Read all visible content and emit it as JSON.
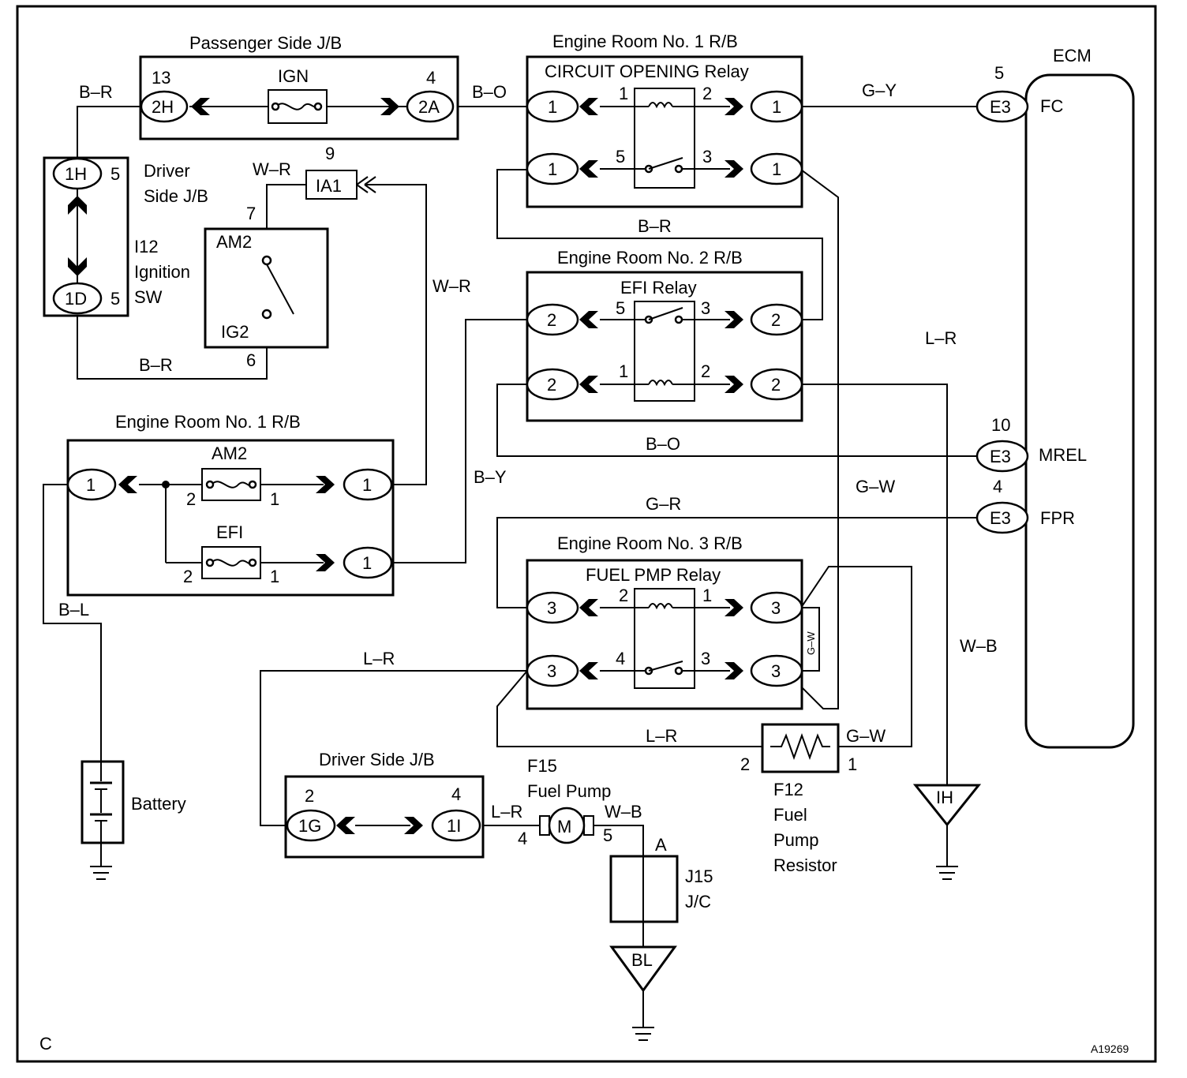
{
  "corner_label": "C",
  "figure_id": "A19269",
  "boxes": {
    "passenger_jb": "Passenger Side J/B",
    "er1_top": "Engine Room No. 1 R/B",
    "ecm": "ECM",
    "er2": "Engine Room No. 2 R/B",
    "er1_bottom": "Engine Room No. 1 R/B",
    "er3": "Engine Room No. 3 R/B",
    "driver_jb_top": "Driver\nSide J/B",
    "driver_jb_bottom": "Driver Side J/B",
    "ignition_sw": "I12\nIgnition\nSW",
    "battery": "Battery",
    "fuel_pump": "F15\nFuel Pump",
    "resistor": "F12\nFuel\nPump\nResistor",
    "jc": "J15\nJ/C"
  },
  "relays": {
    "circuit_opening": "CIRCUIT OPENING Relay",
    "efi": "EFI Relay",
    "fuel_pmp": "FUEL PMP Relay"
  },
  "fuses": {
    "ign": "IGN",
    "am2_top": "AM2",
    "ig2": "IG2",
    "am2_bottom": "AM2",
    "efi": "EFI"
  },
  "wires": {
    "br_1": "B–R",
    "bo_1": "B–O",
    "gy": "G–Y",
    "wr_1": "W–R",
    "wr_2": "W–R",
    "br_2": "B–R",
    "br_3": "B–R",
    "lr_1": "L–R",
    "bo_2": "B–O",
    "by": "B–Y",
    "gw_1": "G–W",
    "gr": "G–R",
    "bl": "B–L",
    "lr_2": "L–R",
    "gw_small": "G–W",
    "wb_1": "W–B",
    "lr_3": "L–R",
    "gw_2": "G–W",
    "lr_4": "L–R",
    "wb_2": "W–B"
  },
  "connectors": {
    "c2h": "2H",
    "c2a": "2A",
    "co_1a": "1",
    "co_1b": "1",
    "co_1c": "1",
    "co_1d": "1",
    "ecm_fc": "E3",
    "ecm_mrel": "E3",
    "ecm_fpr": "E3",
    "c1h": "1H",
    "c1d": "1D",
    "ia1": "IA1",
    "efi_2a": "2",
    "efi_2b": "2",
    "efi_2c": "2",
    "efi_2d": "2",
    "er1_1a": "1",
    "er1_1b": "1",
    "er1_1c": "1",
    "fp_3a": "3",
    "fp_3b": "3",
    "fp_3c": "3",
    "fp_3d": "3",
    "c1g": "1G",
    "c1i": "1I",
    "motor": "M",
    "ground_ih": "IH",
    "ground_bl": "BL"
  },
  "pins": {
    "p13": "13",
    "p4_2a": "4",
    "p1_co": "1",
    "p2_co": "2",
    "p5_co": "5",
    "p3_co": "3",
    "p5_fc": "5",
    "ecm_fc": "FC",
    "p5_1h": "5",
    "p5_1d": "5",
    "p9": "9",
    "p7": "7",
    "p6": "6",
    "p5_efi": "5",
    "p3_efi": "3",
    "p1_efi": "1",
    "p2_efi": "2",
    "p10": "10",
    "ecm_mrel": "MREL",
    "p4_fpr": "4",
    "ecm_fpr": "FPR",
    "p2_am2": "2",
    "p1_am2": "1",
    "p2_efifuse": "2",
    "p1_efifuse": "1",
    "p2_fp": "2",
    "p1_fp": "1",
    "p4_fp": "4",
    "p3_fp": "3",
    "p2_res": "2",
    "p1_res": "1",
    "p2_1g": "2",
    "p4_1i": "4",
    "p4_motor": "4",
    "p5_motor": "5",
    "pA": "A"
  }
}
